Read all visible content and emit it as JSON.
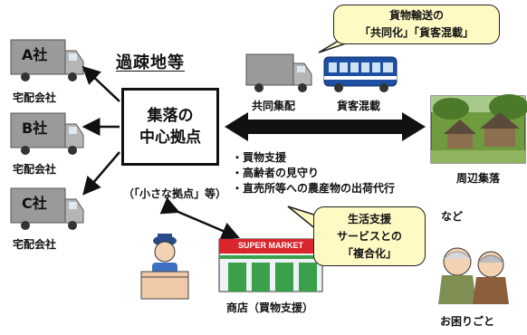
{
  "title": "過疎地等",
  "companies": [
    {
      "name": "A社",
      "label": "宅配会社"
    },
    {
      "name": "B社",
      "label": "宅配会社"
    },
    {
      "name": "C社",
      "label": "宅配会社"
    }
  ],
  "hub": {
    "line1": "集落の",
    "line2": "中心拠点",
    "sub": "（「小さな拠点」等）"
  },
  "transport": {
    "truck_label": "共同集配",
    "bus_label": "貨客混載"
  },
  "callout_top": {
    "line1": "貨物輸送の",
    "line2": "「共同化」「貨客混載」"
  },
  "village_label": "周辺集落",
  "services": {
    "items": [
      "・買物支援",
      "・高齢者の見守り",
      "・直売所等への農産物の出荷代行"
    ],
    "suffix": "など"
  },
  "callout_mid": {
    "line1": "生活支援",
    "line2": "サービスとの",
    "line3": "「複合化」"
  },
  "store": {
    "sign": "SUPER MARKET",
    "label": "商店（買物支援）"
  },
  "trouble_label": "お困りごと",
  "colors": {
    "callout_fill": "#fff9c4",
    "truck_body": "#9a9a9a",
    "bus_body": "#1e4fa3",
    "store_sign": "#d9262c"
  }
}
